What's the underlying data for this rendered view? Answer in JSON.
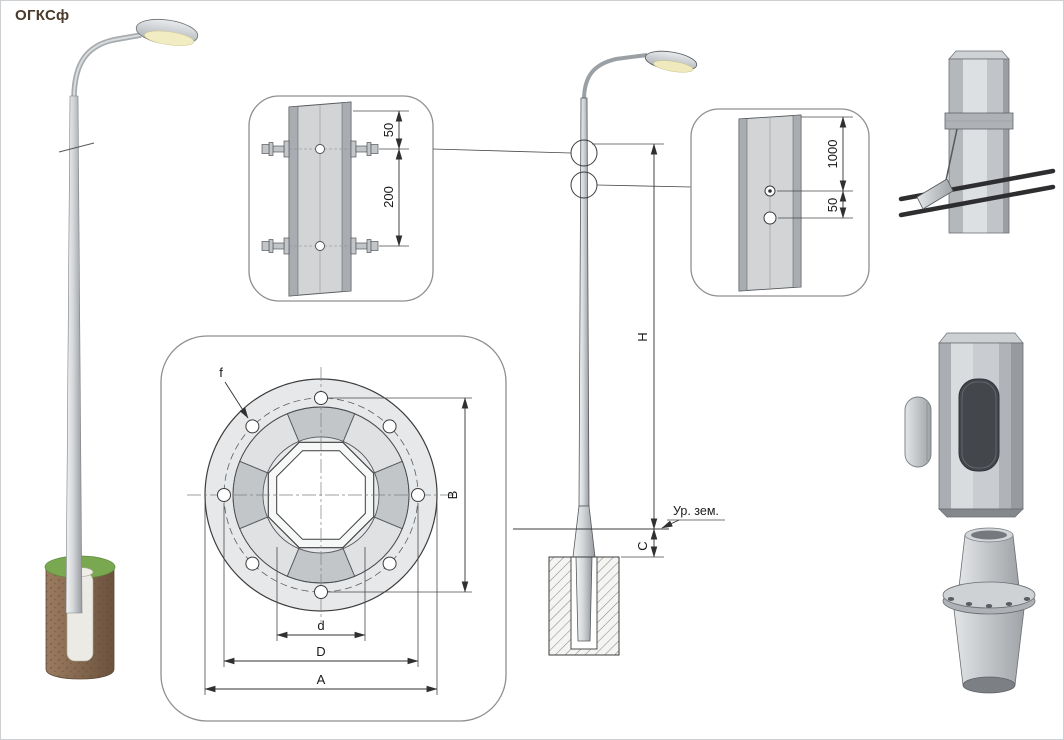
{
  "title": "ОГКСф",
  "colors": {
    "line": "#3c3c3c",
    "box_border": "#8f8f8f",
    "metal_light": "#f1f2f3",
    "metal_dark": "#979ba0",
    "soil_brown": "#8a6a50",
    "grass_green": "#7aa851",
    "lamp_glow": "#f1ecc2",
    "rod_dark": "#2e2e30"
  },
  "labels": {
    "detail_top": {
      "offset_50": "50",
      "spacing_200": "200"
    },
    "detail_side": {
      "height_1000": "1000",
      "offset_50": "50"
    },
    "flange": {
      "hole_f": "f",
      "bolt_span_B": "B",
      "inner_d": "d",
      "bolt_circle_D": "D",
      "outer_A": "A"
    },
    "elevation": {
      "height_H": "H",
      "embed_C": "C",
      "ground_level": "Ур. зем."
    }
  }
}
